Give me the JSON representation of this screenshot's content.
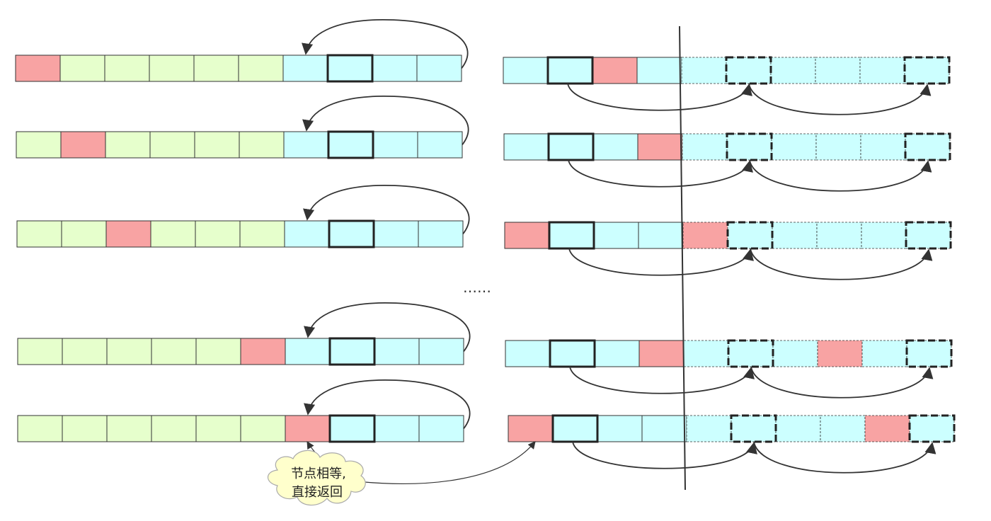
{
  "colors": {
    "green": "#e6ffcc",
    "red": "#f8a3a3",
    "cyan": "#ccffff",
    "stroke": "#333333",
    "cloud_fill": "#ffffcc",
    "cloud_stroke": "#aaaaaa"
  },
  "ellipsis": "……",
  "callout": {
    "line1": "节点相等,",
    "line2": "直接返回"
  },
  "left_rows": [
    {
      "cells": [
        "red",
        "green",
        "green",
        "green",
        "green",
        "green",
        "cyan",
        "cyan",
        "cyan",
        "cyan"
      ],
      "bold": 7
    },
    {
      "cells": [
        "green",
        "red",
        "green",
        "green",
        "green",
        "green",
        "cyan",
        "cyan",
        "cyan",
        "cyan"
      ],
      "bold": 7
    },
    {
      "cells": [
        "green",
        "green",
        "red",
        "green",
        "green",
        "green",
        "cyan",
        "cyan",
        "cyan",
        "cyan"
      ],
      "bold": 7
    },
    {
      "cells": [
        "green",
        "green",
        "green",
        "green",
        "green",
        "red",
        "cyan",
        "cyan",
        "cyan",
        "cyan"
      ],
      "bold": 7
    },
    {
      "cells": [
        "green",
        "green",
        "green",
        "green",
        "green",
        "green",
        "red",
        "cyan",
        "cyan",
        "cyan"
      ],
      "bold": 7
    }
  ],
  "right_rows": [
    {
      "cells": [
        "cyan",
        "cyan",
        "red",
        "cyan",
        "cyan",
        "cyan",
        "cyan",
        "cyan",
        "cyan",
        "cyan"
      ]
    },
    {
      "cells": [
        "cyan",
        "cyan",
        "cyan",
        "red",
        "cyan",
        "cyan",
        "cyan",
        "cyan",
        "cyan",
        "cyan"
      ]
    },
    {
      "cells": [
        "red",
        "cyan",
        "cyan",
        "cyan",
        "red",
        "cyan",
        "cyan",
        "cyan",
        "cyan",
        "cyan"
      ]
    },
    {
      "cells": [
        "cyan",
        "cyan",
        "cyan",
        "red",
        "cyan",
        "cyan",
        "cyan",
        "red",
        "cyan",
        "cyan"
      ]
    },
    {
      "cells": [
        "red",
        "cyan",
        "cyan",
        "cyan",
        "cyan",
        "cyan",
        "cyan",
        "cyan",
        "red",
        "cyan"
      ]
    }
  ]
}
